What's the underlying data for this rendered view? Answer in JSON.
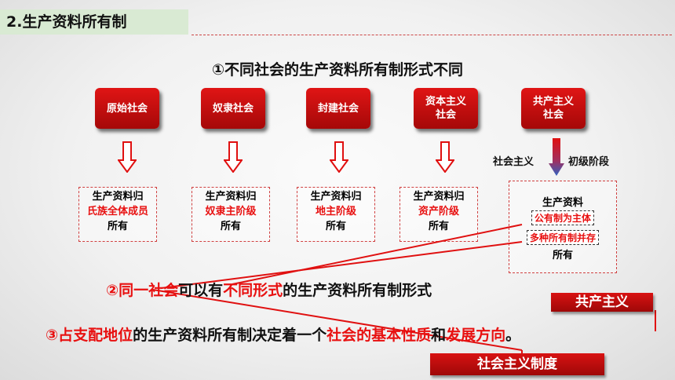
{
  "title": "2.生产资料所有制",
  "heading": "①不同社会的生产资料所有制形式不同",
  "societies": [
    {
      "label": "原始社会"
    },
    {
      "label": "奴隶社会"
    },
    {
      "label": "封建社会"
    },
    {
      "label": "资本主义\n社会"
    },
    {
      "label": "共产主义\n社会"
    }
  ],
  "ownership": [
    {
      "line1": "生产资料归",
      "line2": "氏族全体成员",
      "line3": "所有"
    },
    {
      "line1": "生产资料归",
      "line2": "奴隶主阶级",
      "line3": "所有"
    },
    {
      "line1": "生产资料归",
      "line2": "地主阶级",
      "line3": "所有"
    },
    {
      "line1": "生产资料归",
      "line2": "资产阶级",
      "line3": "所有"
    }
  ],
  "stage_left": "社会主义",
  "stage_right": "初级阶段",
  "socialism_box": {
    "top": "生产资料",
    "item1": "公有制为主体",
    "item2": "多种所有制并存",
    "bottom": "所有"
  },
  "point2": {
    "a": "②同一社会",
    "b": "可以有",
    "c": "不同形式",
    "d": "的生产资料所有制形式"
  },
  "point3": {
    "a": "③占支配地位",
    "b": "的生产资料所有制决定着一个",
    "c": "社会的基本性质",
    "d": "和",
    "e": "发展方向",
    "f": "。"
  },
  "tag_communism": "共产主义",
  "tag_socialism_system": "社会主义制度"
}
